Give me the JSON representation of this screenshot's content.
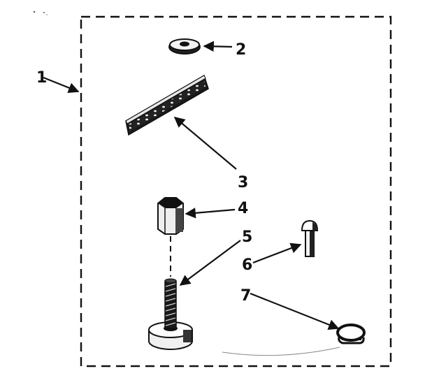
{
  "diagram": {
    "labels": {
      "kit": "1",
      "washer": "2",
      "strip": "3",
      "nut": "4",
      "leveling_leg": "5",
      "bolt": "6",
      "clip": "7"
    }
  }
}
